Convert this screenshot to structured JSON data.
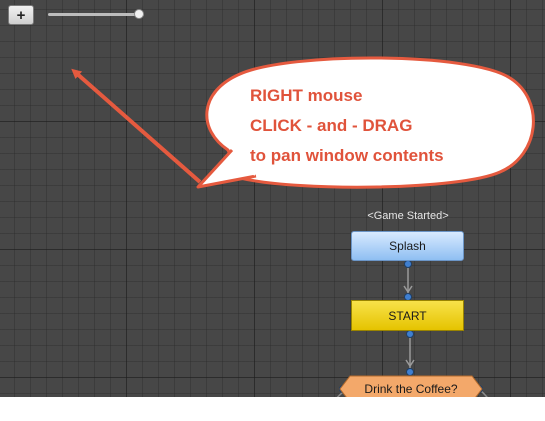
{
  "toolbar": {
    "zoom_button_label": "+",
    "zoom_level": 0.95
  },
  "callout": {
    "lines": [
      "RIGHT mouse",
      "CLICK - and - DRAG",
      "to pan window contents"
    ],
    "color": "#e0533b"
  },
  "graph": {
    "start_label": "<Game Started>",
    "nodes": [
      {
        "label": "Splash",
        "color": "#a9cff7"
      },
      {
        "label": "START",
        "color": "#f2d41b"
      },
      {
        "label": "Drink the Coffee?",
        "color": "#f3a86a"
      }
    ]
  },
  "colors": {
    "canvas": "#474747",
    "connector": "#3f7fd0"
  }
}
